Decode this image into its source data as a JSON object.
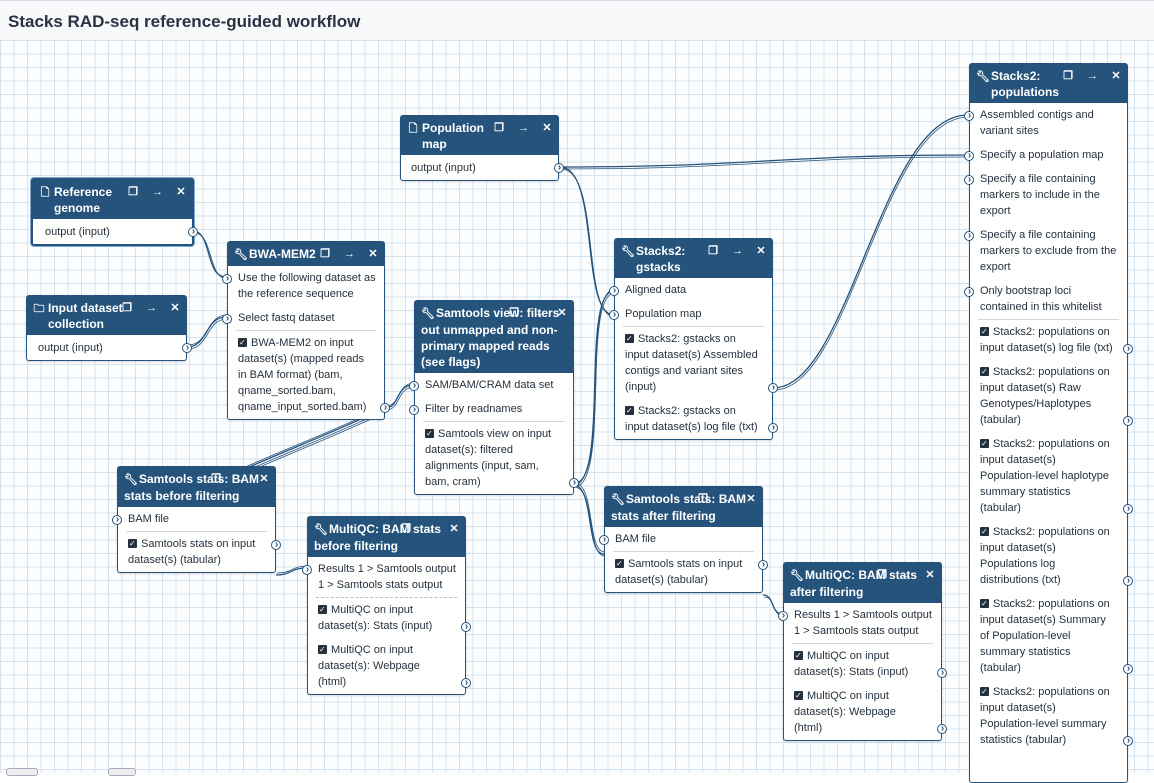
{
  "page": {
    "title": "Stacks RAD-seq reference-guided workflow"
  },
  "colors": {
    "node_header": "#25537b",
    "edge": "#25537b",
    "grid": "#d6e2ee"
  },
  "icons": {
    "input_file": "file-icon",
    "input_collection": "folder-icon",
    "tool": "wrench-icon",
    "clone": "clone-icon",
    "open": "arrow-right-icon",
    "close": "close-icon"
  },
  "nodes": {
    "reference_genome": {
      "title": "Reference genome",
      "output": "output (input)"
    },
    "input_collection": {
      "title": "Input dataset collection",
      "output": "output (input)"
    },
    "population_map": {
      "title": "Population map",
      "output": "output (input)"
    },
    "bwa": {
      "title": "BWA-MEM2",
      "inputs": [
        "Use the following dataset as the reference sequence",
        "Select fastq dataset"
      ],
      "outputs": [
        "BWA-MEM2 on input dataset(s) (mapped reads in BAM format) (bam, qname_sorted.bam, qname_input_sorted.bam)"
      ]
    },
    "samtools_view": {
      "title": "Samtools view: filters out unmapped and non-primary mapped reads (see flags)",
      "inputs": [
        "SAM/BAM/CRAM data set",
        "Filter by readnames"
      ],
      "outputs": [
        "Samtools view on input dataset(s): filtered alignments (input, sam, bam, cram)"
      ]
    },
    "stats_before": {
      "title": "Samtools stats: BAM stats before filtering",
      "inputs": [
        "BAM file"
      ],
      "outputs": [
        "Samtools stats on input dataset(s) (tabular)"
      ]
    },
    "multiqc_before": {
      "title": "MultiQC: BAM stats before filtering",
      "inputs": [
        "Results 1 > Samtools output 1 > Samtools stats output"
      ],
      "outputs": [
        "MultiQC on input dataset(s): Stats (input)",
        "MultiQC on input dataset(s): Webpage (html)"
      ]
    },
    "gstacks": {
      "title": "Stacks2: gstacks",
      "inputs": [
        "Aligned data",
        "Population map"
      ],
      "outputs": [
        "Stacks2: gstacks on input dataset(s) Assembled contigs and variant sites (input)",
        "Stacks2: gstacks on input dataset(s) log file (txt)"
      ]
    },
    "stats_after": {
      "title": "Samtools stats: BAM stats after filtering",
      "inputs": [
        "BAM file"
      ],
      "outputs": [
        "Samtools stats on input dataset(s) (tabular)"
      ]
    },
    "multiqc_after": {
      "title": "MultiQC: BAM stats after filtering",
      "inputs": [
        "Results 1 > Samtools output 1 > Samtools stats output"
      ],
      "outputs": [
        "MultiQC on input dataset(s): Stats (input)",
        "MultiQC on input dataset(s): Webpage (html)"
      ]
    },
    "populations": {
      "title": "Stacks2: populations",
      "inputs": [
        "Assembled contigs and variant sites",
        "Specify a population map",
        "Specify a file containing markers to include in the export",
        "Specify a file containing markers to exclude from the export",
        "Only bootstrap loci contained in this whitelist"
      ],
      "outputs": [
        "Stacks2: populations on input dataset(s) log file (txt)",
        "Stacks2: populations on input dataset(s) Raw Genotypes/Haplotypes (tabular)",
        "Stacks2: populations on input dataset(s) Population-level haplotype summary statistics (tabular)",
        "Stacks2: populations on input dataset(s) Populations log distributions (txt)",
        "Stacks2: populations on input dataset(s) Summary of Population-level summary statistics (tabular)",
        "Stacks2: populations on input dataset(s) Population-level summary statistics (tabular)"
      ]
    }
  }
}
